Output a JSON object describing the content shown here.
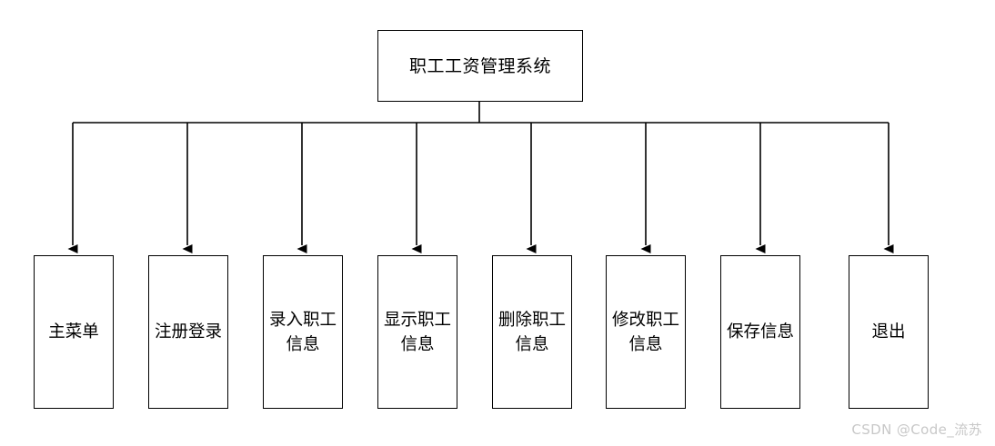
{
  "diagram": {
    "type": "hierarchy-tree",
    "title": "职工工资管理系统",
    "root": {
      "label": "职工工资管理系统"
    },
    "children": [
      {
        "label": "主菜单"
      },
      {
        "label": "注册登录"
      },
      {
        "label": "录入职工信息"
      },
      {
        "label": "显示职工信息"
      },
      {
        "label": "删除职工信息"
      },
      {
        "label": "修改职工信息"
      },
      {
        "label": "保存信息"
      },
      {
        "label": "退出"
      }
    ],
    "colors": {
      "stroke": "#000000",
      "fill": "#ffffff",
      "background": "#ffffff",
      "watermark": "#c8c8c8"
    }
  },
  "watermark": {
    "text": "CSDN @Code_流苏"
  }
}
